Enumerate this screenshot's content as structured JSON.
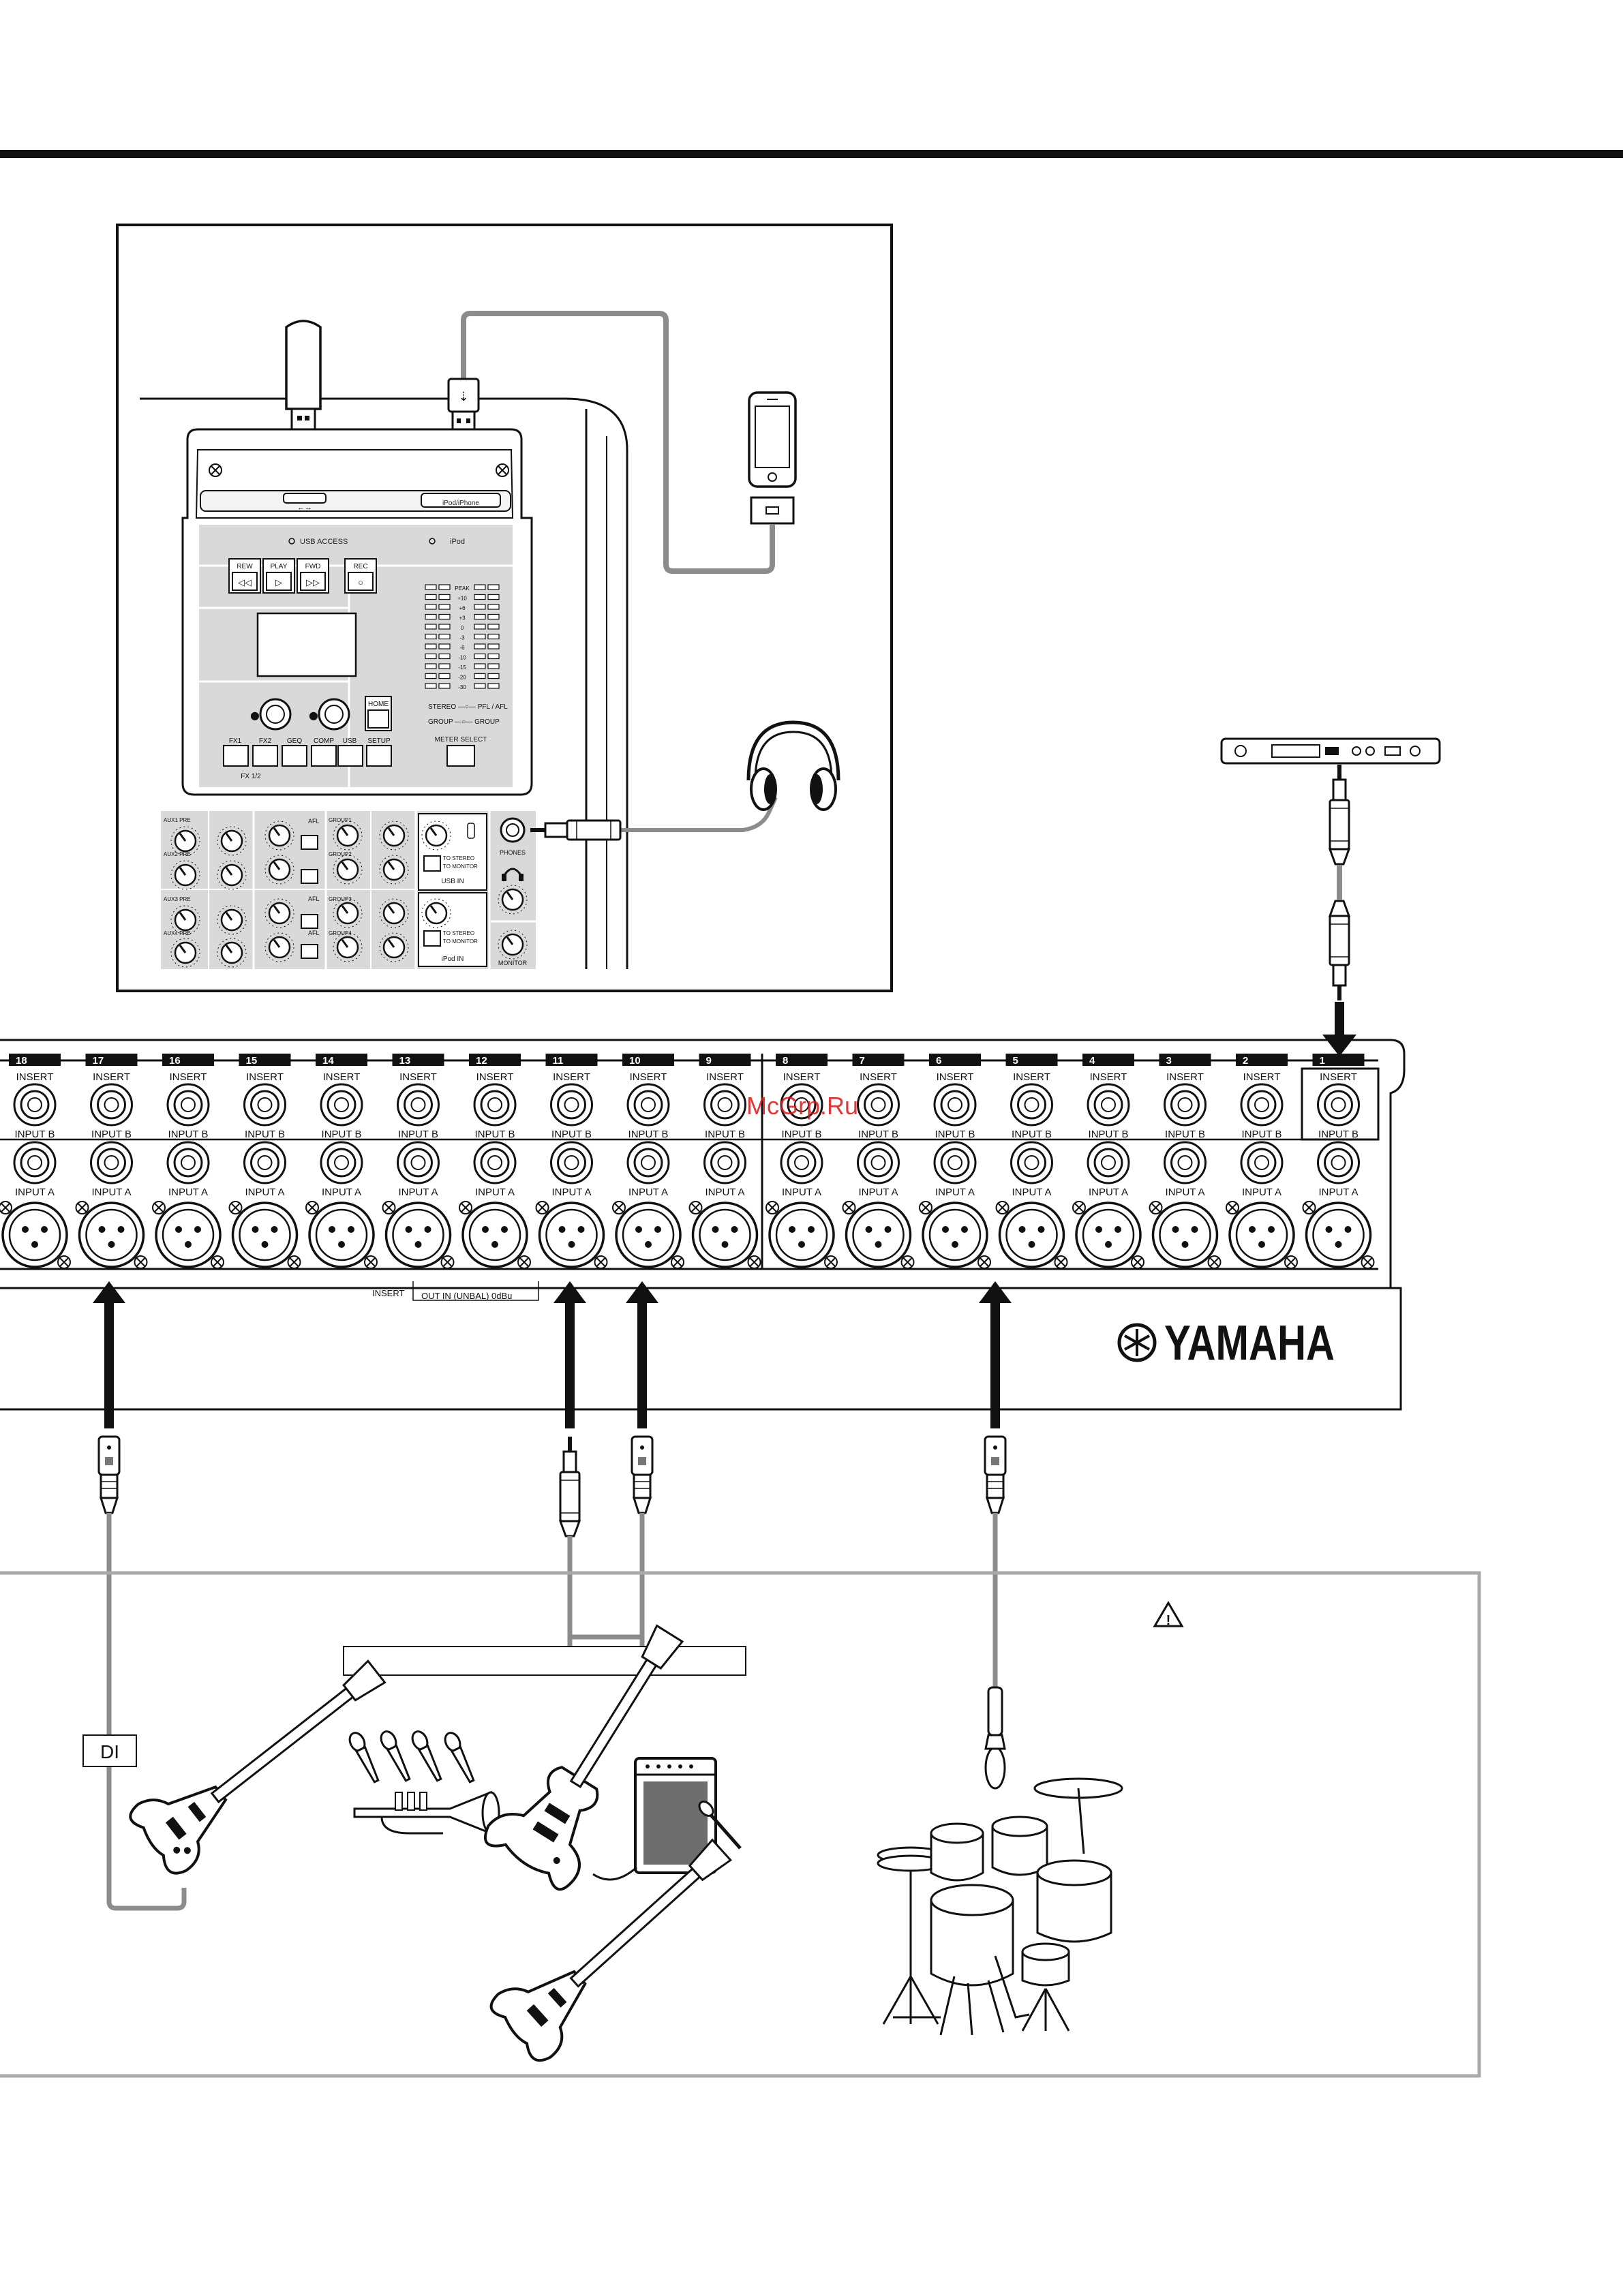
{
  "colors": {
    "ink": "#111111",
    "panel_grey": "#d9d9d9",
    "cable_grey": "#8c8c8c",
    "watermark": "#d6191b"
  },
  "usb_panel": {
    "usb_icon_label": "←↔",
    "ipod_port_label": "iPod/iPhone",
    "usb_access_label": "USB ACCESS",
    "ipod_indicator_label": "iPod",
    "transport_buttons": [
      {
        "label": "REW",
        "glyph": "◁◁"
      },
      {
        "label": "PLAY",
        "glyph": "▷"
      },
      {
        "label": "FWD",
        "glyph": "▷▷"
      },
      {
        "label": "REC",
        "glyph": "○"
      }
    ],
    "lower_buttons": [
      "FX1",
      "FX2",
      "GEQ",
      "COMP",
      "USB",
      "SETUP"
    ],
    "fx_label": "FX 1/2",
    "home_label": "HOME",
    "meter_select_label": "METER SELECT",
    "meter_scale": [
      "PEAK",
      "+10",
      "+6",
      "+3",
      "0",
      "-3",
      "-6",
      "-10",
      "-15",
      "-20",
      "-30"
    ],
    "stereo_label": "STEREO —○— PFL / AFL",
    "group_label": "GROUP —○— GROUP"
  },
  "strip_panel": {
    "aux_labels": [
      "AUX1 PRE",
      "AUX2 PRE",
      "AUX3 PRE",
      "AUX4 PRE"
    ],
    "afl_label": "AFL",
    "group_labels": [
      "GROUP1",
      "GROUP2",
      "GROUP3",
      "GROUP4"
    ],
    "to_stereo_label": "TO STEREO",
    "to_monitor_label": "TO MONITOR",
    "usb_in_label": "USB IN",
    "ipod_in_label": "iPod IN",
    "phones_label": "PHONES",
    "monitor_label": "MONITOR"
  },
  "rear_panel": {
    "channels": [
      "18",
      "17",
      "16",
      "15",
      "14",
      "13",
      "12",
      "11",
      "10",
      "9",
      "8",
      "7",
      "6",
      "5",
      "4",
      "3",
      "2",
      "1"
    ],
    "insert_label": "INSERT",
    "input_b_label": "INPUT B",
    "input_a_label": "INPUT A",
    "insert_note": "INSERT",
    "insert_note_detail": "OUT  IN  (UNBAL)  0dBu",
    "brand": "YAMAHA"
  },
  "watermark_text": "McGrp.Ru",
  "sources": {
    "di_label": "DI",
    "group_box_text": ""
  }
}
